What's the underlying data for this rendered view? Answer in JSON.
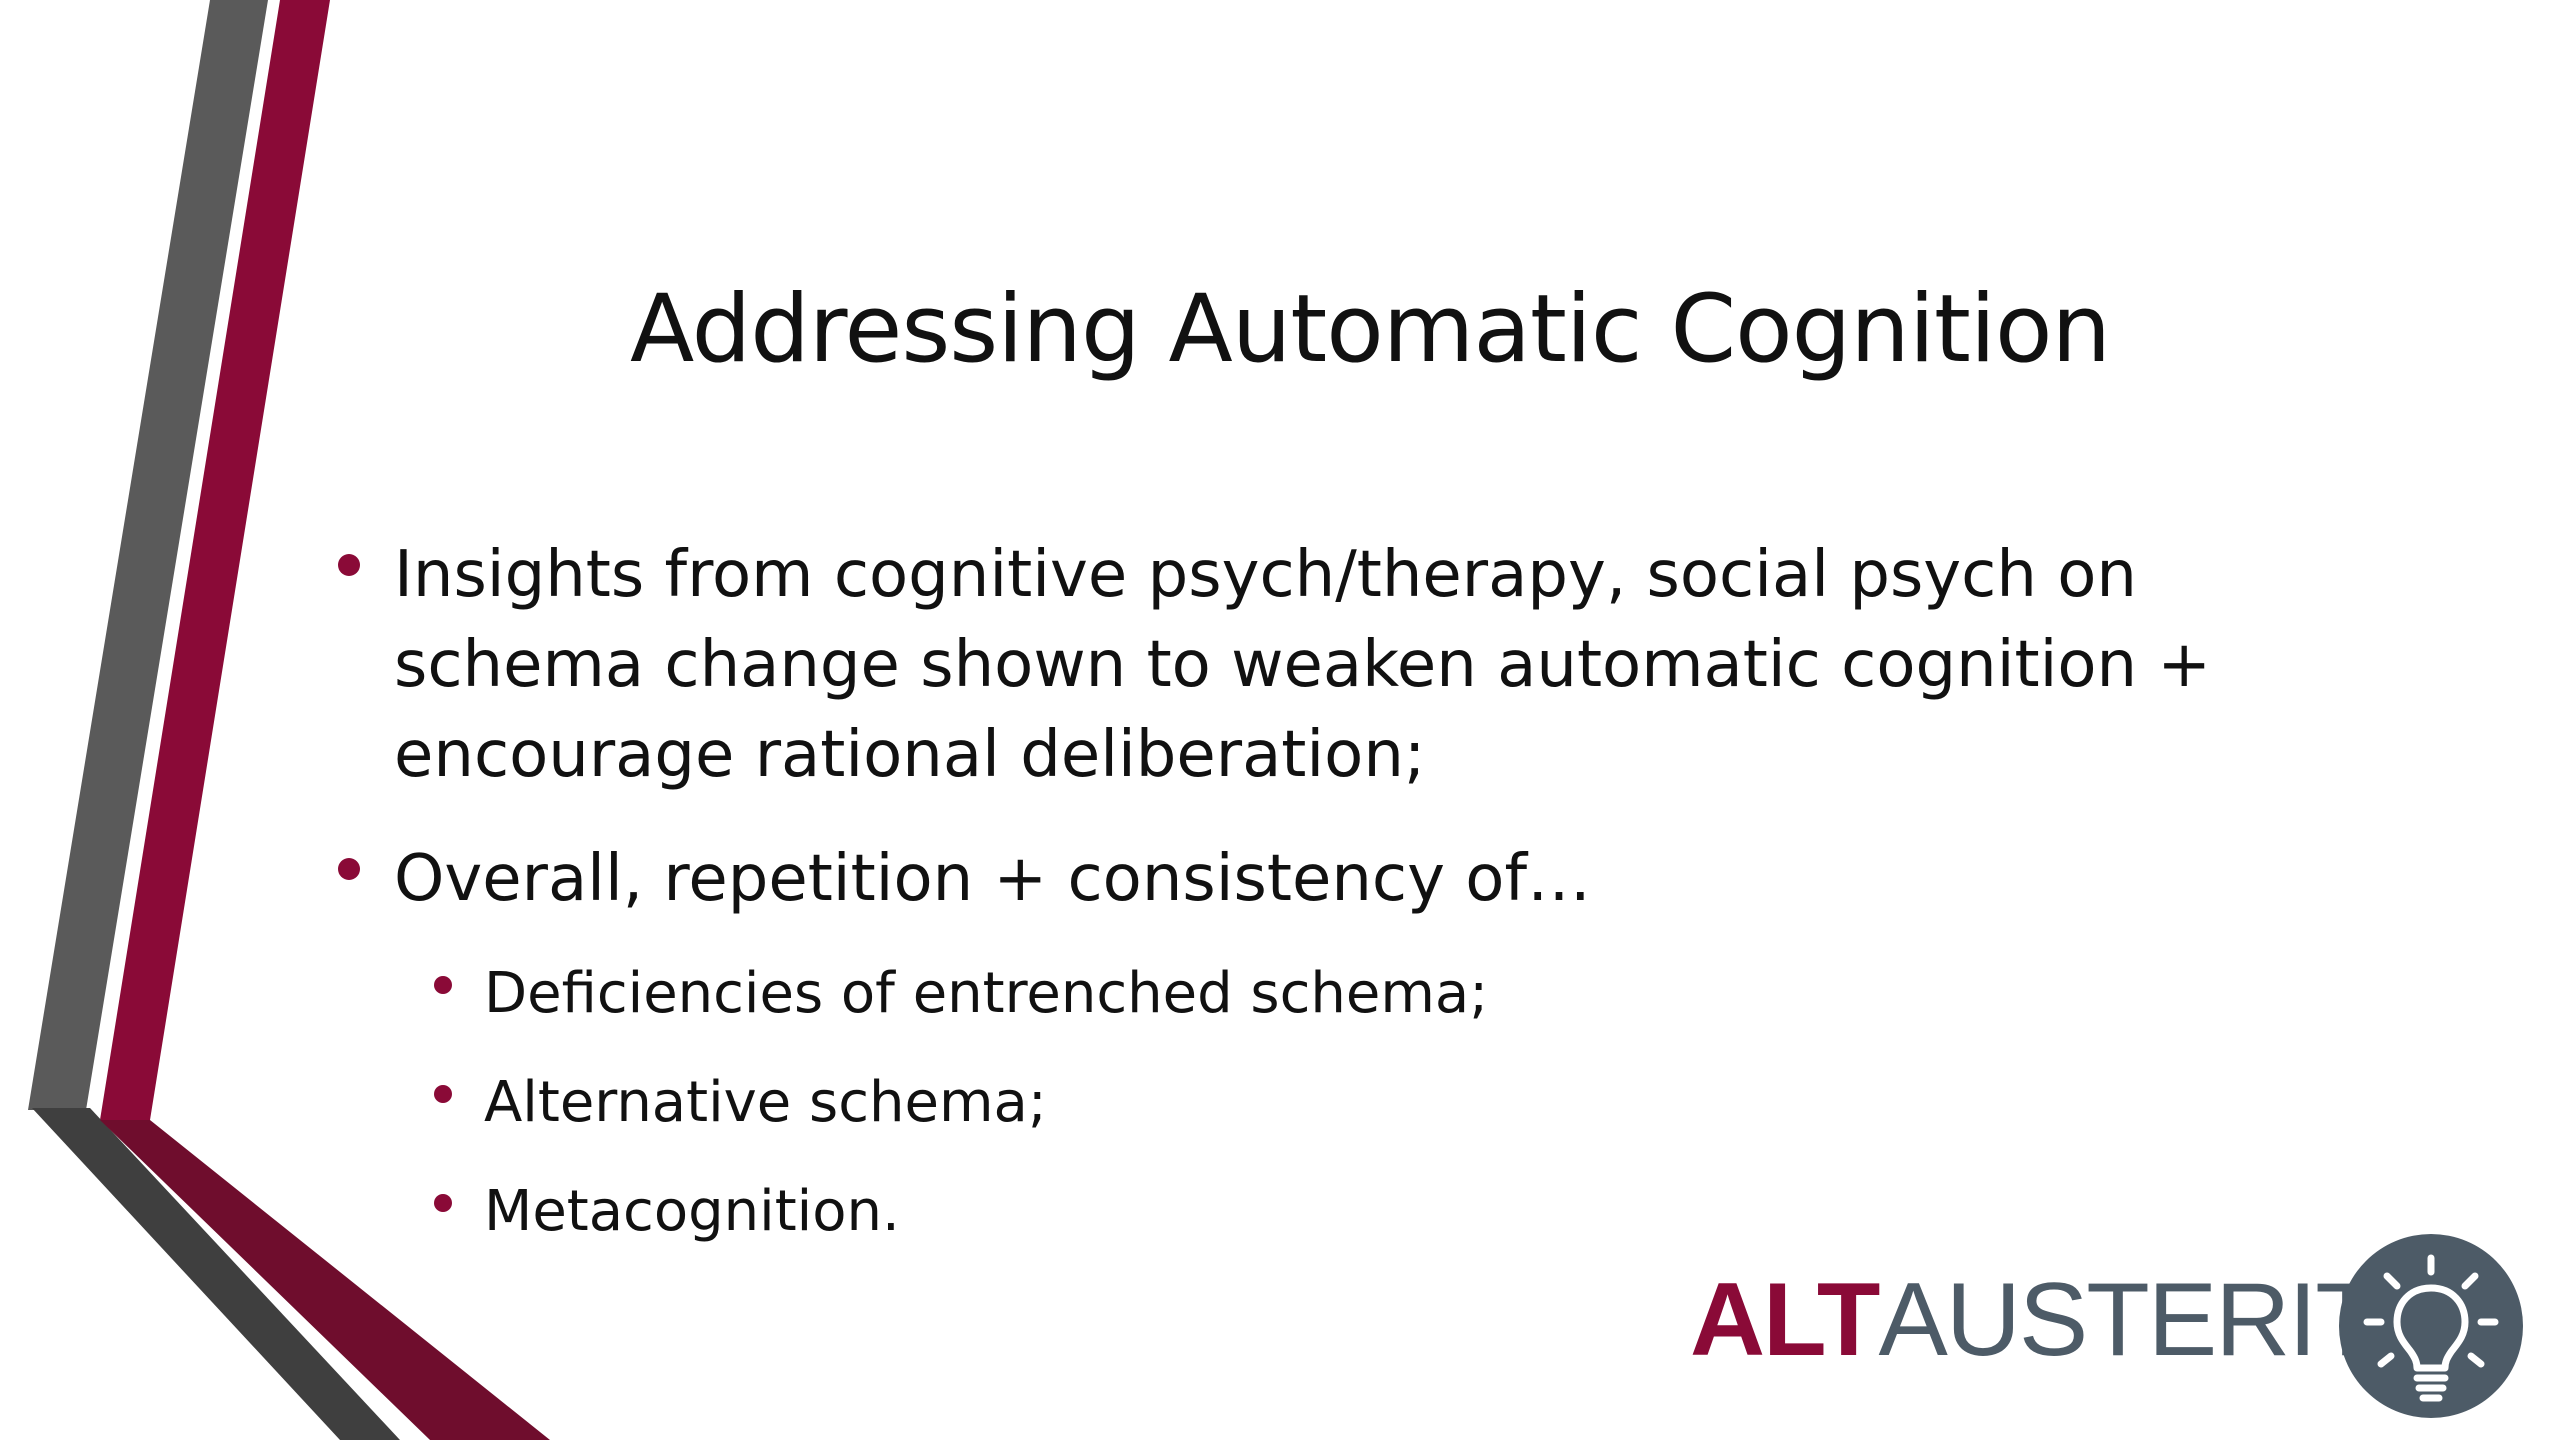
{
  "slide": {
    "title": "Addressing Automatic Cognition",
    "bullets": [
      {
        "text": "Insights from cognitive psych/therapy, social psych on schema change shown to weaken automatic cognition + encourage rational deliberation;"
      },
      {
        "text": "Overall, repetition + consistency of…"
      }
    ],
    "subbullets": [
      {
        "text": "Deficiencies of entrenched schema;"
      },
      {
        "text": "Alternative schema;"
      },
      {
        "text": "Metacognition."
      }
    ]
  },
  "logo": {
    "alt_text": "ALT",
    "austerity_text": "AUSTERITY",
    "icon": "lightbulb-icon"
  },
  "colors": {
    "accent": "#8a0a37",
    "gray": "#5a5a5a",
    "logo_gray": "#4d5b67",
    "text": "#111111"
  }
}
